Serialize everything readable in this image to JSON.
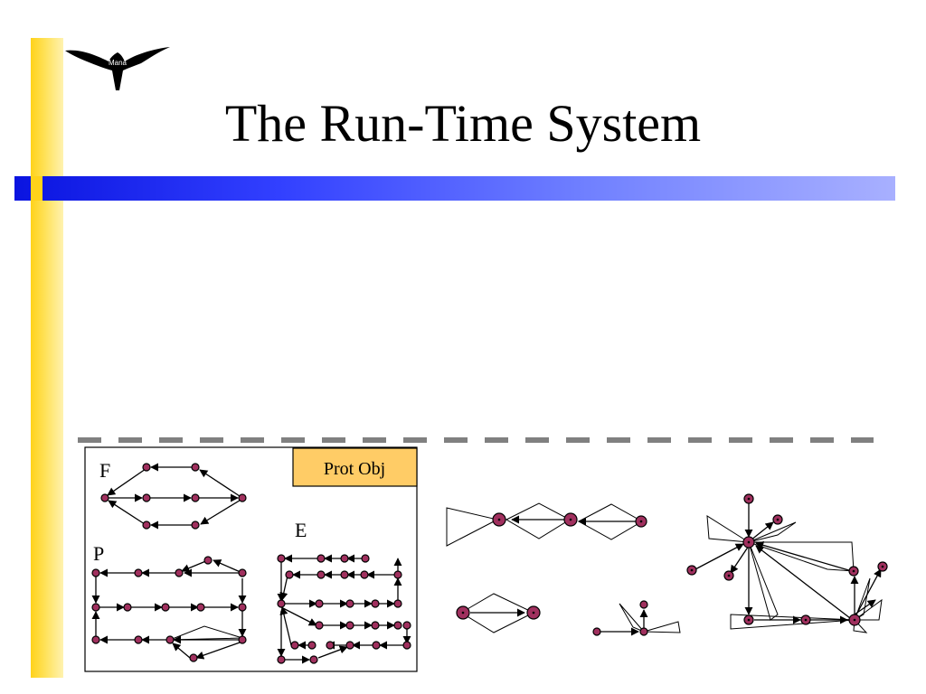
{
  "slide": {
    "title": "The Run-Time System",
    "logo_text": "Mana"
  },
  "diagram": {
    "label_f": "F",
    "label_p": "P",
    "label_e": "E",
    "prot_obj": "Prot Obj"
  },
  "colors": {
    "node_fill": "#a0305e",
    "accent_yellow": "#ffd21a",
    "accent_blue": "#0a14e0",
    "prot_obj_fill": "#ffcc66"
  }
}
